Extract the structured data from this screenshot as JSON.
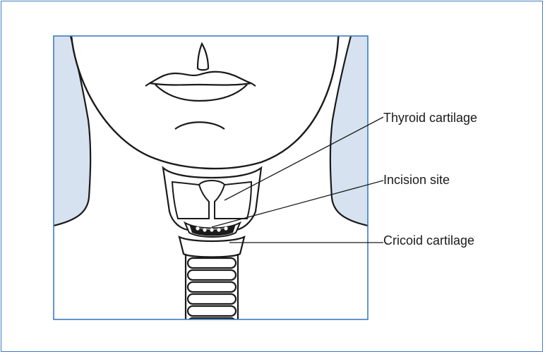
{
  "diagram": {
    "labels": {
      "thyroid": "Thyroid cartilage",
      "incision": "Incision site",
      "cricoid": "Cricoid cartilage"
    },
    "colors": {
      "frame": "#3d7cc0",
      "shoulder_fill": "#d6e2ef",
      "outline": "#1a1a1a",
      "background": "#ffffff"
    }
  }
}
